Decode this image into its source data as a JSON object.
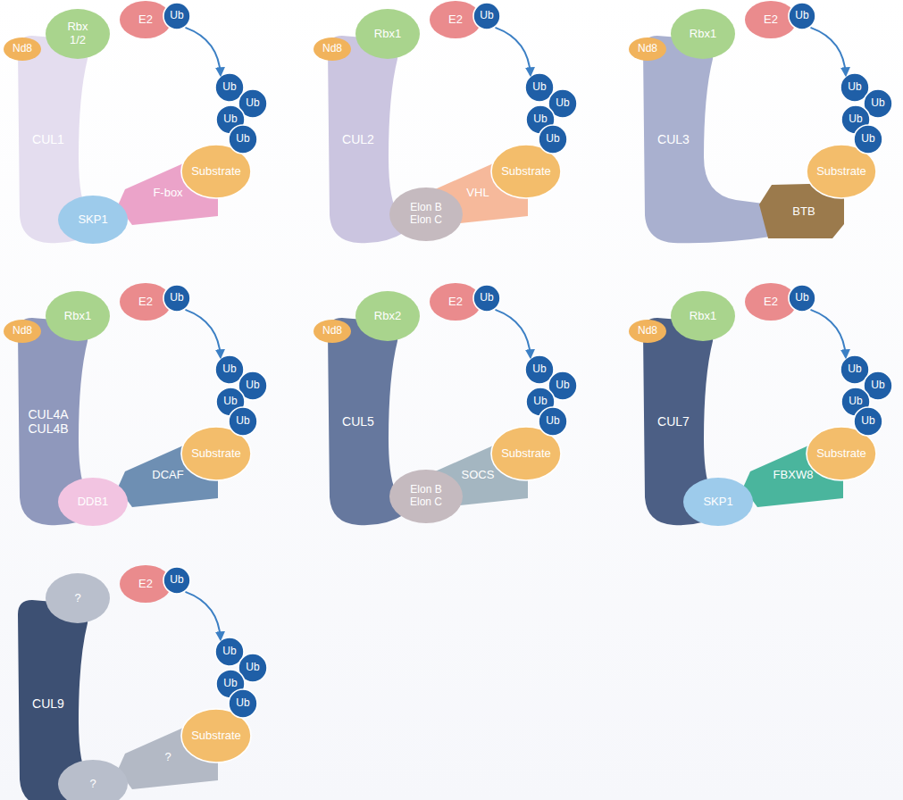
{
  "diagram": {
    "nodes": [
      {
        "text": [
          "Nd8"
        ]
      },
      {
        "text": [
          "Rbx 1/2"
        ]
      },
      {
        "text": [
          "E2"
        ]
      },
      {
        "text": [
          "Ub"
        ]
      },
      {
        "text": [
          "CUL1"
        ]
      },
      {
        "text": [
          "Ub"
        ]
      },
      {
        "text": [
          "Ub"
        ]
      },
      {
        "text": [
          "Ub"
        ]
      },
      {
        "text": [
          "Ub"
        ]
      },
      {
        "text": [
          "Substrate"
        ]
      },
      {
        "text": [
          "SKP1"
        ]
      },
      {
        "text": [
          "F-box"
        ]
      },
      {
        "text": [
          "Nd8"
        ]
      },
      {
        "text": [
          "Rbx1"
        ]
      },
      {
        "text": [
          "E2"
        ]
      },
      {
        "text": [
          "Ub"
        ]
      },
      {
        "text": [
          "CUL2"
        ]
      },
      {
        "text": [
          "Ub"
        ]
      },
      {
        "text": [
          "Ub"
        ]
      },
      {
        "text": [
          "Ub"
        ]
      },
      {
        "text": [
          "Ub"
        ]
      },
      {
        "text": [
          "Substrate"
        ]
      },
      {
        "text": [
          "Elon B Elon C"
        ]
      },
      {
        "text": [
          "VHL"
        ]
      },
      {
        "text": [
          "Nd8"
        ]
      },
      {
        "text": [
          "Rbx1"
        ]
      },
      {
        "text": [
          "E2"
        ]
      },
      {
        "text": [
          "Ub"
        ]
      },
      {
        "text": [
          "CUL3"
        ]
      },
      {
        "text": [
          "Ub"
        ]
      },
      {
        "text": [
          "Ub"
        ]
      },
      {
        "text": [
          "Ub"
        ]
      },
      {
        "text": [
          "Ub"
        ]
      },
      {
        "text": [
          "Substrate"
        ]
      },
      {
        "text": [
          "BTB"
        ]
      },
      {
        "text": [
          "Nd8"
        ]
      },
      {
        "text": [
          "Rbx1"
        ]
      },
      {
        "text": [
          "E2"
        ]
      },
      {
        "text": [
          "Ub"
        ]
      },
      {
        "text": [
          "CUL4A CUL4B"
        ]
      },
      {
        "text": [
          "Ub"
        ]
      },
      {
        "text": [
          "Ub"
        ]
      },
      {
        "text": [
          "Ub"
        ]
      },
      {
        "text": [
          "Ub"
        ]
      },
      {
        "text": [
          "Substrate"
        ]
      },
      {
        "text": [
          "DDB1"
        ]
      },
      {
        "text": [
          "DCAF"
        ]
      },
      {
        "text": [
          "Nd8"
        ]
      },
      {
        "text": [
          "Rbx2"
        ]
      },
      {
        "text": [
          "E2"
        ]
      },
      {
        "text": [
          "Ub"
        ]
      },
      {
        "text": [
          "CUL5"
        ]
      },
      {
        "text": [
          "Ub"
        ]
      },
      {
        "text": [
          "Ub"
        ]
      },
      {
        "text": [
          "Ub"
        ]
      },
      {
        "text": [
          "Ub"
        ]
      },
      {
        "text": [
          "Substrate"
        ]
      },
      {
        "text": [
          "Elon B Elon C"
        ]
      },
      {
        "text": [
          "SOCS"
        ]
      },
      {
        "text": [
          "Nd8"
        ]
      },
      {
        "text": [
          "Rbx1"
        ]
      },
      {
        "text": [
          "E2"
        ]
      },
      {
        "text": [
          "Ub"
        ]
      },
      {
        "text": [
          "CUL7"
        ]
      },
      {
        "text": [
          "Ub"
        ]
      },
      {
        "text": [
          "Ub"
        ]
      },
      {
        "text": [
          "Ub"
        ]
      },
      {
        "text": [
          "Ub"
        ]
      },
      {
        "text": [
          "Substrate"
        ]
      },
      {
        "text": [
          "SKP1"
        ]
      },
      {
        "text": [
          "FBXW8"
        ]
      },
      {
        "text": [
          "?"
        ]
      },
      {
        "text": [
          "E2"
        ]
      },
      {
        "text": [
          "Ub"
        ]
      },
      {
        "text": [
          "CUL9"
        ]
      },
      {
        "text": [
          "Ub"
        ]
      },
      {
        "text": [
          "Ub"
        ]
      },
      {
        "text": [
          "Ub"
        ]
      },
      {
        "text": [
          "Ub"
        ]
      },
      {
        "text": [
          "Substrate"
        ]
      },
      {
        "text": [
          "?"
        ]
      },
      {
        "text": [
          "?"
        ]
      }
    ],
    "edges": [
      {
        "from": 3,
        "to": 5,
        "arrow": "to"
      },
      {
        "from": 15,
        "to": 17,
        "arrow": "to"
      },
      {
        "from": 27,
        "to": 29,
        "arrow": "to"
      },
      {
        "from": 38,
        "to": 40,
        "arrow": "to"
      },
      {
        "from": 50,
        "to": 52,
        "arrow": "to"
      },
      {
        "from": 62,
        "to": 64,
        "arrow": "to"
      },
      {
        "from": 73,
        "to": 75,
        "arrow": "to"
      }
    ]
  }
}
